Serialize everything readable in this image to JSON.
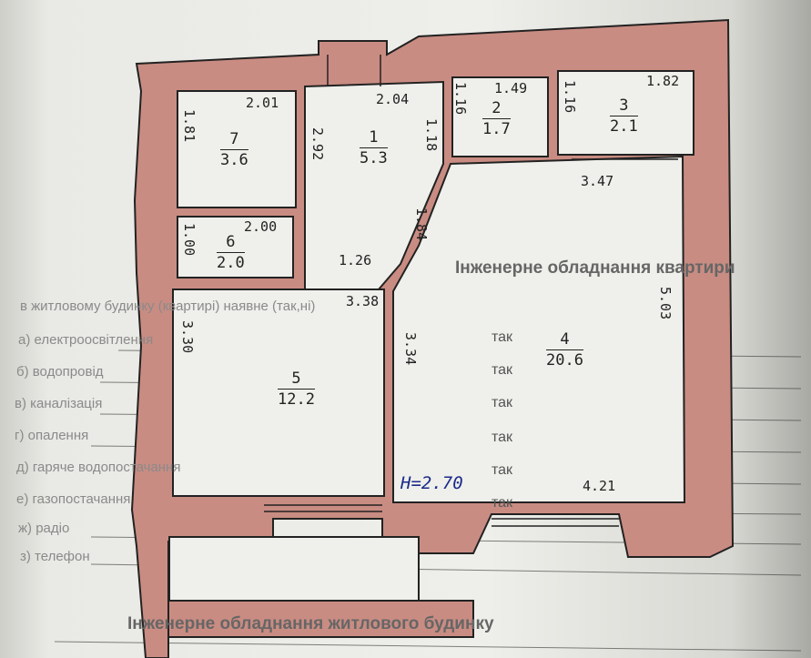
{
  "titles": {
    "apartment": "Інженерне обладнання квартири",
    "building": "Інженерне обладнання житлового будинку"
  },
  "form": {
    "header": "в житловому будинку (квартирі) наявне (так,ні)",
    "rows": [
      {
        "label": "а) електроосвітлення",
        "value": "так"
      },
      {
        "label": "б) водопровід",
        "value": "так"
      },
      {
        "label": "в) каналізація",
        "value": "так"
      },
      {
        "label": "г) опалення",
        "value": "так"
      },
      {
        "label": "д) гаряче водопостачання",
        "value": "так"
      },
      {
        "label": "е) газопостачання",
        "value": "так"
      },
      {
        "label": "ж) радіо",
        "value": ""
      },
      {
        "label": "з) телефон",
        "value": ""
      }
    ]
  },
  "rooms": [
    {
      "num": "1",
      "area": "5.3"
    },
    {
      "num": "2",
      "area": "1.7"
    },
    {
      "num": "3",
      "area": "2.1"
    },
    {
      "num": "4",
      "area": "20.6"
    },
    {
      "num": "5",
      "area": "12.2"
    },
    {
      "num": "6",
      "area": "2.0"
    },
    {
      "num": "7",
      "area": "3.6"
    }
  ],
  "dims": {
    "r7_w": "2.01",
    "r7_h": "1.81",
    "r6_w": "2.00",
    "r6_h": "1.00",
    "r1_w": "2.04",
    "r1_h": "2.92",
    "r1_r": "1.18",
    "r1_b": "1.26",
    "r2_w": "1.49",
    "r2_h": "1.16",
    "r3_w": "1.82",
    "r3_h": "1.16",
    "r4_t": "3.47",
    "r4_d": "1.84",
    "r4_r": "5.03",
    "r4_l": "3.34",
    "r4_b": "4.21",
    "r5_w": "3.38",
    "r5_h": "3.30"
  },
  "height_note": "H=2.70",
  "colors": {
    "wall": "#c98c82",
    "ink": "#222222",
    "blue": "#1a2a8a"
  }
}
